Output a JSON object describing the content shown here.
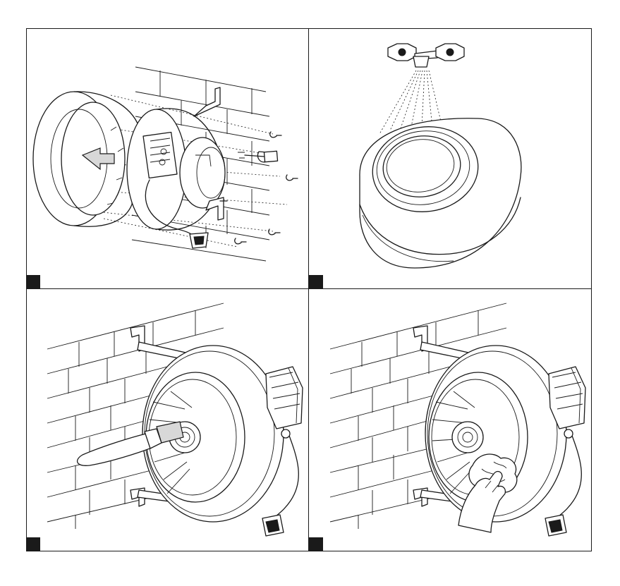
{
  "figure": {
    "panels": [
      {
        "id": "step-1",
        "scene": "mounting"
      },
      {
        "id": "step-2",
        "scene": "washing"
      },
      {
        "id": "step-3",
        "scene": "brushing"
      },
      {
        "id": "step-4",
        "scene": "wiping"
      }
    ],
    "colors": {
      "line": "#1a1a1a",
      "background": "#ffffff",
      "shade": "#d8d8d8"
    },
    "icons": [
      "brick-wall-icon",
      "fan-housing-icon",
      "screw-icon",
      "shower-head-icon",
      "brush-icon",
      "cloth-hand-icon",
      "power-plug-icon"
    ]
  }
}
